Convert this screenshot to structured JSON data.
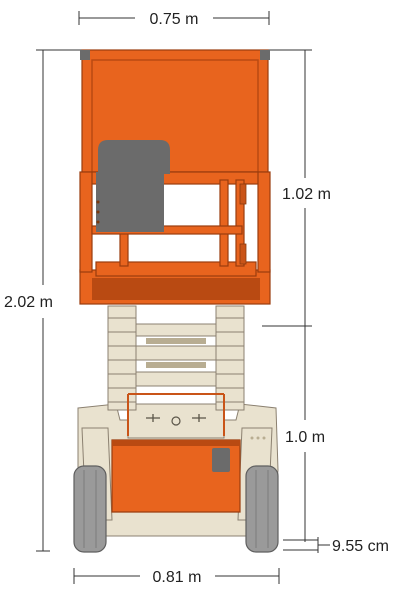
{
  "dimensions": {
    "platform_width": "0.75 m",
    "guardrail_height": "1.02 m",
    "overall_height": "2.02 m",
    "stowed_height": "1.0 m",
    "ground_clearance": "9.55 cm",
    "overall_width": "0.81 m"
  },
  "colors": {
    "orange": "#e8641e",
    "orange_dark": "#b94a12",
    "beige": "#e9e2cf",
    "beige_dark": "#b8ad92",
    "gray": "#6b6b6b",
    "tire": "#9a9a9a"
  }
}
